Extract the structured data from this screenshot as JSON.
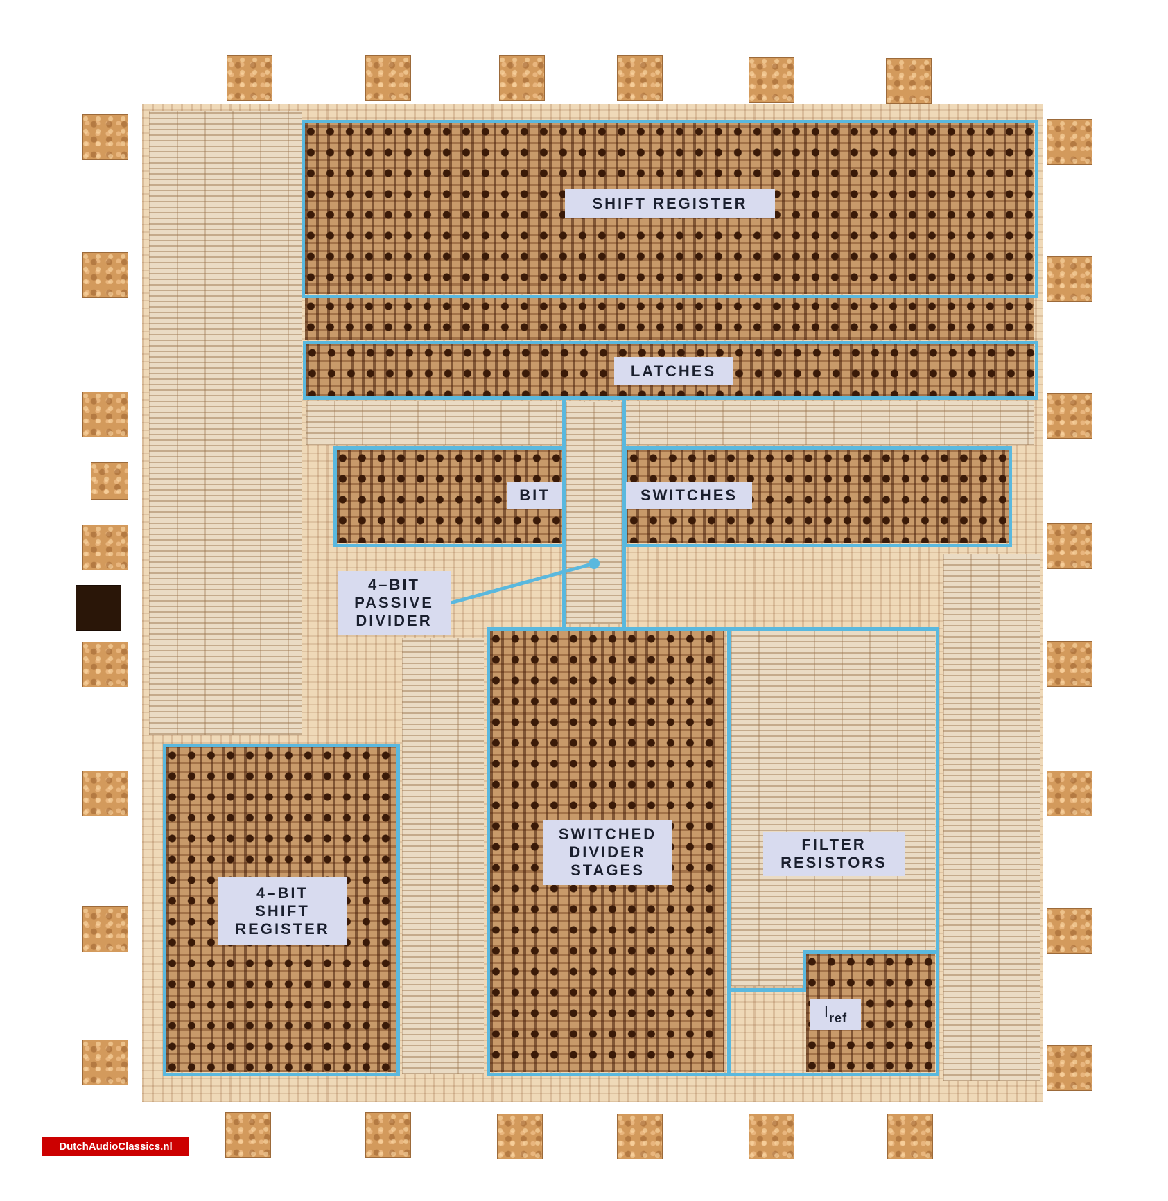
{
  "figure": {
    "title": "DAC chip die photograph with functional block annotations",
    "accent_color": "#5ab8de",
    "label_bg_color": "#d8dbef",
    "pad_color": "#d39a5c"
  },
  "blocks": {
    "shift_register": {
      "label": "SHIFT REGISTER"
    },
    "latches": {
      "label": "LATCHES"
    },
    "bit_switches": {
      "label_left": "BIT",
      "label_right": "SWITCHES"
    },
    "passive_divider": {
      "lines": [
        "4–BIT",
        "PASSIVE",
        "DIVIDER"
      ]
    },
    "switched_divider": {
      "lines": [
        "SWITCHED",
        "DIVIDER",
        "STAGES"
      ]
    },
    "filter_resistors": {
      "lines": [
        "FILTER",
        "RESISTORS"
      ]
    },
    "small_shift_register": {
      "lines": [
        "4–BIT",
        "SHIFT",
        "REGISTER"
      ]
    },
    "iref": {
      "main": "I",
      "sub": "ref"
    }
  },
  "watermark": {
    "text": "DutchAudioClassics.nl",
    "color": "#cc0000"
  },
  "pads": {
    "top_count": 6,
    "bottom_count": 6,
    "left_count": 10,
    "right_count": 8
  }
}
